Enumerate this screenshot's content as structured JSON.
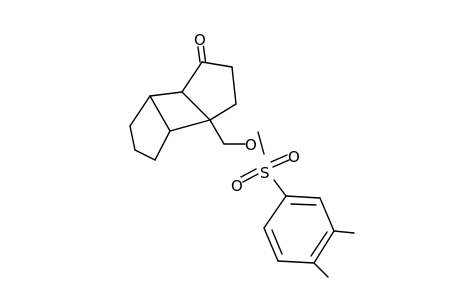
{
  "molecule": {
    "atom_labels": {
      "ketone_oxygen": "O",
      "ester_oxygen": "O",
      "sulfur": "S",
      "sulfonyl_oxygen_right": "O",
      "sulfonyl_oxygen_left": "O"
    }
  }
}
